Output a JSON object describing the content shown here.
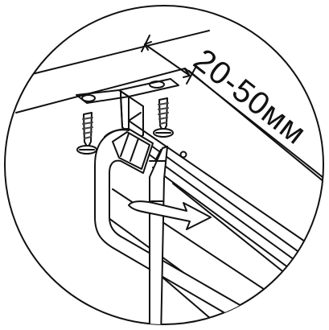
{
  "diagram": {
    "dimension_label": "20-50мм",
    "colors": {
      "stroke": "#111111",
      "background": "#ffffff",
      "screw_shading": "#444444"
    },
    "icons": {
      "bracket": "mounting-bracket",
      "screw": "wood-screw",
      "screwdriver": "phillips-screwdriver",
      "arrow": "rotation-arrow"
    }
  }
}
